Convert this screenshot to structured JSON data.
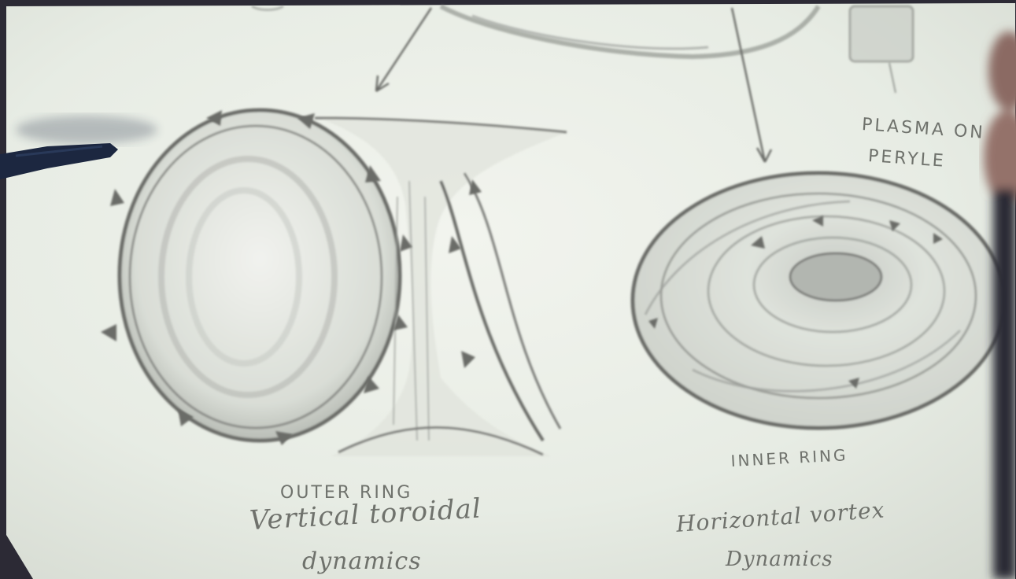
{
  "labels": {
    "outer_ring_title": "OUTER RING",
    "outer_ring_line1": "Vertical toroidal",
    "outer_ring_line2": "dynamics",
    "inner_ring_title": "INNER RING",
    "inner_ring_line1": "Horizontal vortex",
    "inner_ring_line2": "Dynamics",
    "top_right_line1": "PLASMA ON",
    "top_right_line2": "PERYLE"
  },
  "colors": {
    "paper": "#e7ece4",
    "pencil": "#6a6c68",
    "shadow": "#2c2a35",
    "pen_body": "#1c2740"
  }
}
